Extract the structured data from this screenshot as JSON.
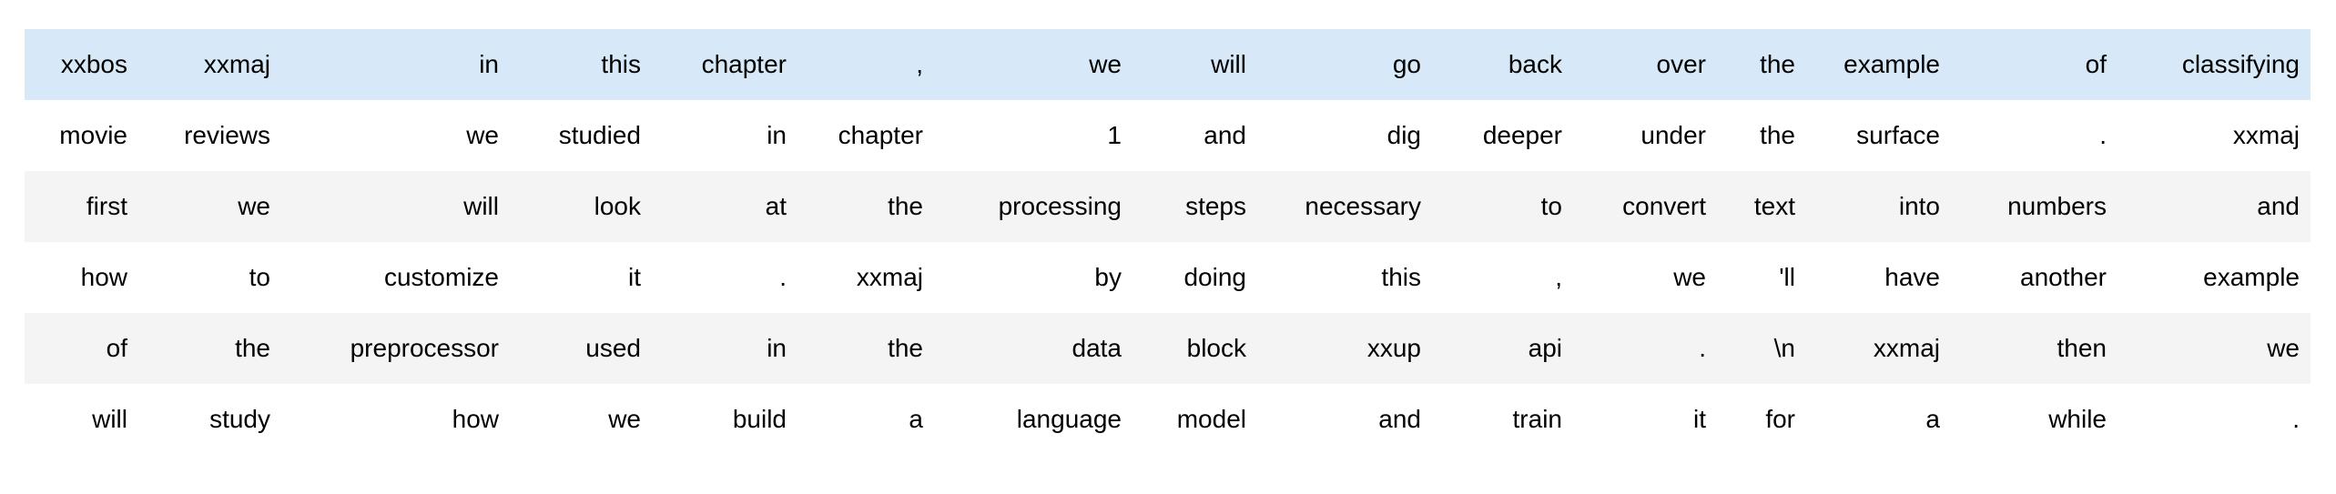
{
  "table": {
    "description": "Tokenized text batch shown as a dataframe grid",
    "highlight_row_index": 0,
    "colors": {
      "highlight_row_bg": "#d7e9f8",
      "striped_row_bg": "#f4f4f4",
      "plain_row_bg": "#ffffff",
      "text": "#000000"
    },
    "rows": [
      [
        "xxbos",
        "xxmaj",
        "in",
        "this",
        "chapter",
        ",",
        "we",
        "will",
        "go",
        "back",
        "over",
        "the",
        "example",
        "of",
        "classifying"
      ],
      [
        "movie",
        "reviews",
        "we",
        "studied",
        "in",
        "chapter",
        "1",
        "and",
        "dig",
        "deeper",
        "under",
        "the",
        "surface",
        ".",
        "xxmaj"
      ],
      [
        "first",
        "we",
        "will",
        "look",
        "at",
        "the",
        "processing",
        "steps",
        "necessary",
        "to",
        "convert",
        "text",
        "into",
        "numbers",
        "and"
      ],
      [
        "how",
        "to",
        "customize",
        "it",
        ".",
        "xxmaj",
        "by",
        "doing",
        "this",
        ",",
        "we",
        "'ll",
        "have",
        "another",
        "example"
      ],
      [
        "of",
        "the",
        "preprocessor",
        "used",
        "in",
        "the",
        "data",
        "block",
        "xxup",
        "api",
        ".",
        "\\n",
        "xxmaj",
        "then",
        "we"
      ],
      [
        "will",
        "study",
        "how",
        "we",
        "build",
        "a",
        "language",
        "model",
        "and",
        "train",
        "it",
        "for",
        "a",
        "while",
        "."
      ]
    ]
  }
}
